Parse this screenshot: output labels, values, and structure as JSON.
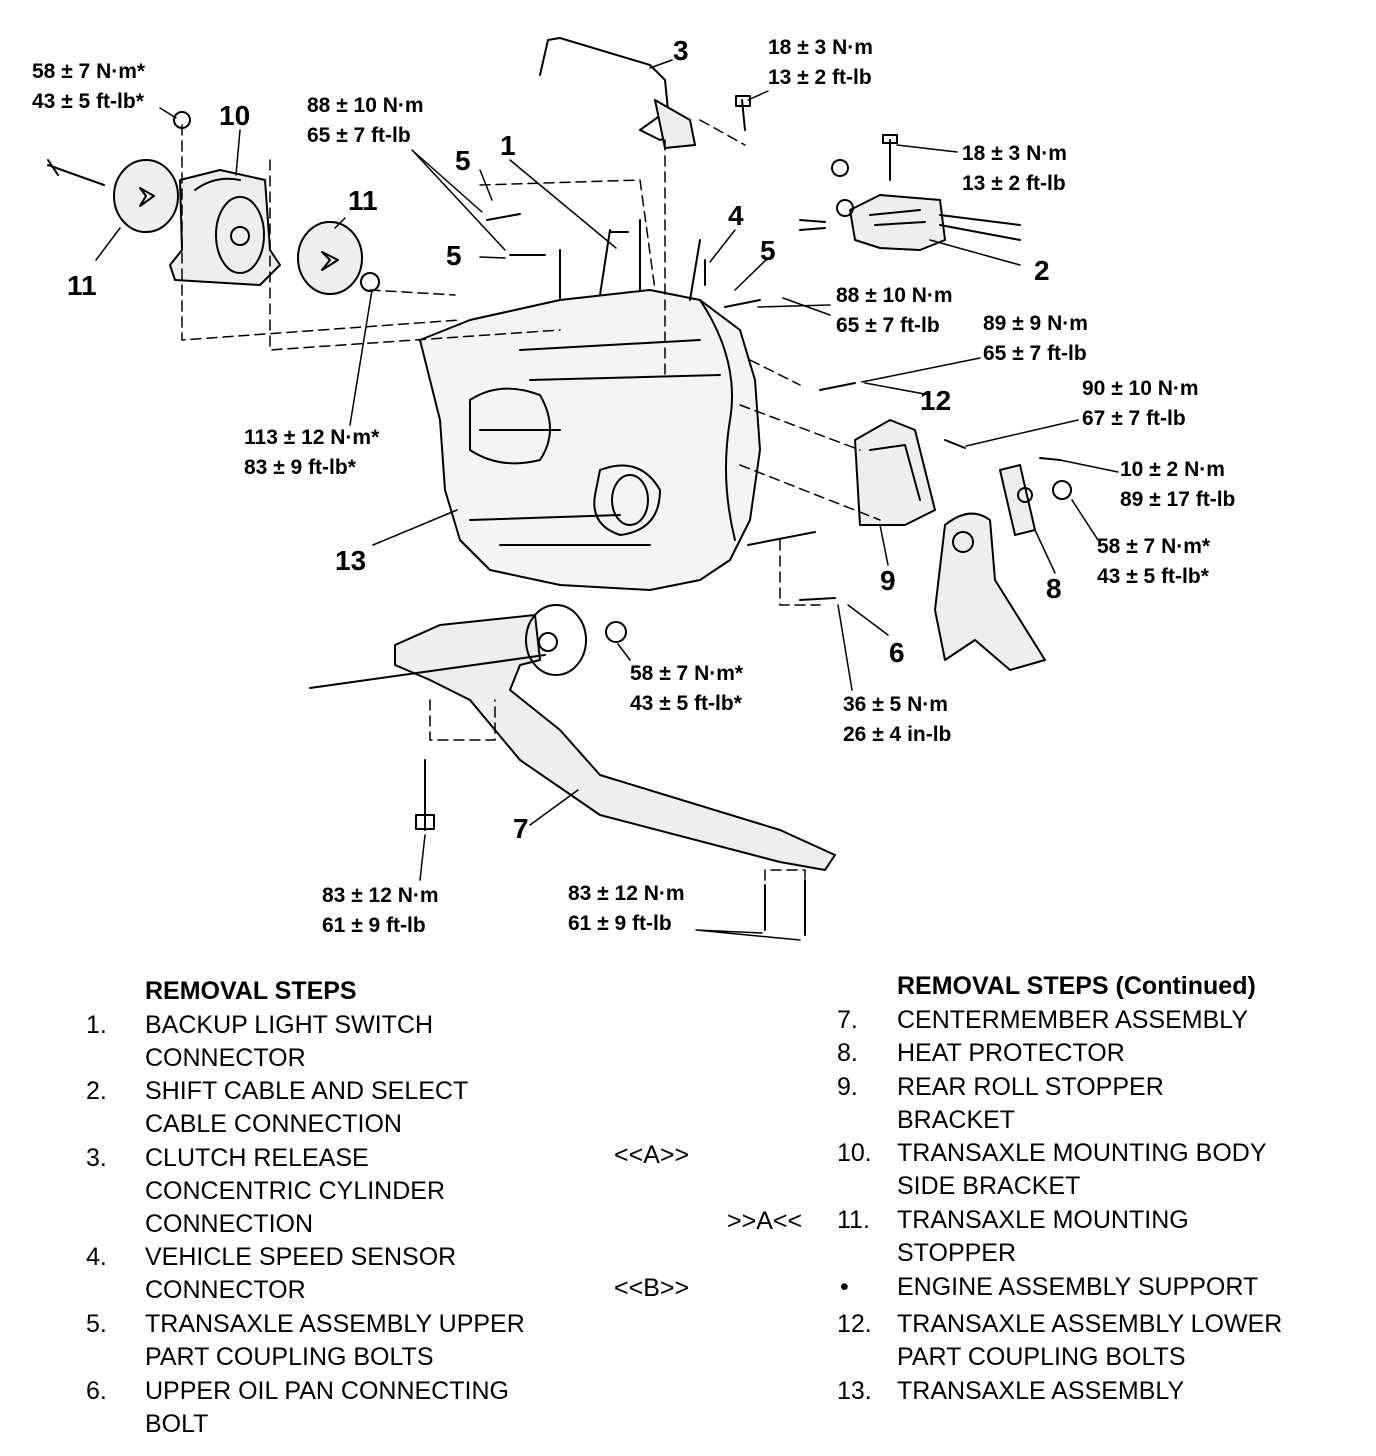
{
  "diagram": {
    "torques": [
      {
        "id": "t-10-stopper",
        "line1": "58 ± 7 N·m*",
        "line2": "43 ± 5 ft-lb*"
      },
      {
        "id": "t-5-upper",
        "line1": "88 ± 10 N·m",
        "line2": "65 ± 7 ft-lb"
      },
      {
        "id": "t-3-bolt",
        "line1": "18 ± 3 N·m",
        "line2": "13 ± 2 ft-lb"
      },
      {
        "id": "t-2-bracket",
        "line1": "18 ± 3 N·m",
        "line2": "13 ± 2 ft-lb"
      },
      {
        "id": "t-5-right",
        "line1": "88 ± 10 N·m",
        "line2": "65 ± 7 ft-lb"
      },
      {
        "id": "t-12",
        "line1": "89 ± 9 N·m",
        "line2": "65 ± 7 ft-lb"
      },
      {
        "id": "t-9-bolt",
        "line1": "90 ± 10 N·m",
        "line2": "67 ± 7 ft-lb"
      },
      {
        "id": "t-8-bolt",
        "line1": "10 ± 2 N·m",
        "line2": "89 ± 17 ft-lb"
      },
      {
        "id": "t-8-nut",
        "line1": "58 ± 7 N·m*",
        "line2": "43 ± 5 ft-lb*"
      },
      {
        "id": "t-13-nut",
        "line1": "113 ± 12 N·m*",
        "line2": "83 ± 9 ft-lb*"
      },
      {
        "id": "t-7-nut",
        "line1": "58 ± 7 N·m*",
        "line2": "43 ± 5 ft-lb*"
      },
      {
        "id": "t-6",
        "line1": "36 ± 5 N·m",
        "line2": "26 ± 4 in-lb"
      },
      {
        "id": "t-7-left",
        "line1": "83 ± 12 N·m",
        "line2": "61 ± 9 ft-lb"
      },
      {
        "id": "t-7-right",
        "line1": "83 ± 12 N·m",
        "line2": "61 ± 9 ft-lb"
      }
    ],
    "callouts": [
      "1",
      "2",
      "3",
      "4",
      "5",
      "5",
      "5",
      "6",
      "7",
      "8",
      "9",
      "10",
      "11",
      "11",
      "12",
      "13"
    ]
  },
  "removal_steps": {
    "heading": "REMOVAL STEPS",
    "items": [
      {
        "num": "1.",
        "line1": "BACKUP LIGHT SWITCH",
        "line2": "CONNECTOR",
        "line3": ""
      },
      {
        "num": "2.",
        "line1": "SHIFT CABLE AND SELECT",
        "line2": "CABLE CONNECTION",
        "line3": ""
      },
      {
        "num": "3.",
        "line1": "CLUTCH RELEASE",
        "line2": "CONCENTRIC CYLINDER",
        "line3": "CONNECTION"
      },
      {
        "num": "4.",
        "line1": "VEHICLE SPEED SENSOR",
        "line2": "CONNECTOR",
        "line3": ""
      },
      {
        "num": "5.",
        "line1": "TRANSAXLE ASSEMBLY UPPER",
        "line2": "PART COUPLING BOLTS",
        "line3": ""
      },
      {
        "num": "6.",
        "line1": "UPPER OIL PAN CONNECTING",
        "line2": "BOLT",
        "line3": ""
      }
    ]
  },
  "removal_steps_continued": {
    "heading": "REMOVAL STEPS (Continued)",
    "items": [
      {
        "num": "7.",
        "line1": "CENTERMEMBER ASSEMBLY",
        "line2": ""
      },
      {
        "num": "8.",
        "line1": "HEAT PROTECTOR",
        "line2": ""
      },
      {
        "num": "9.",
        "line1": "REAR ROLL STOPPER",
        "line2": "BRACKET"
      },
      {
        "num": "10.",
        "line1": "TRANSAXLE MOUNTING BODY",
        "line2": "SIDE BRACKET"
      },
      {
        "num": "11.",
        "line1": "TRANSAXLE MOUNTING",
        "line2": "STOPPER"
      },
      {
        "num": "•",
        "line1": "ENGINE ASSEMBLY SUPPORT",
        "line2": ""
      },
      {
        "num": "12.",
        "line1": "TRANSAXLE ASSEMBLY LOWER",
        "line2": "PART COUPLING BOLTS"
      },
      {
        "num": "13.",
        "line1": "TRANSAXLE ASSEMBLY",
        "line2": ""
      }
    ]
  },
  "markers": {
    "a_install": "<<A>>",
    "a_removal": ">>A<<",
    "b_install": "<<B>>"
  }
}
